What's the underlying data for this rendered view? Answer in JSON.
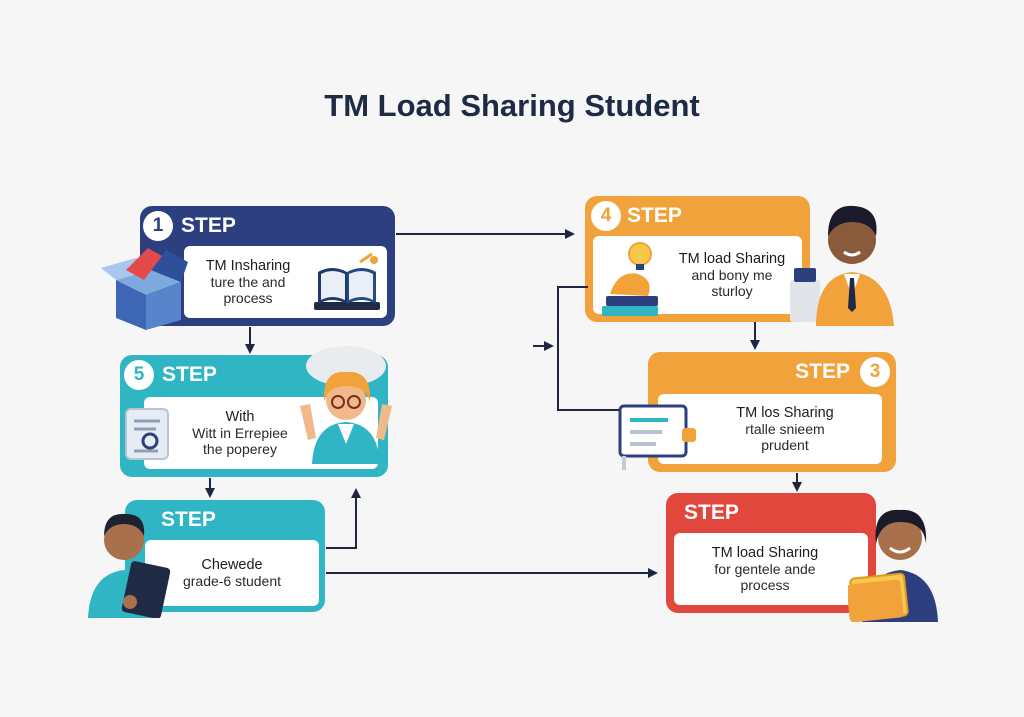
{
  "title": "TM Load Sharing Student",
  "colors": {
    "navy": "#2e3f7f",
    "teal": "#2fb5c4",
    "orange": "#f2a23a",
    "red": "#e2473e",
    "arrow": "#1f2740",
    "background": "#f6f6f7"
  },
  "steps": {
    "step1": {
      "number": "1",
      "label": "STEP",
      "lines": [
        "TM Insharing",
        "ture the and",
        "process"
      ],
      "icons": [
        "package-box-icon",
        "open-book-icon"
      ]
    },
    "step5": {
      "number": "5",
      "label": "STEP",
      "lines": [
        "With",
        "Witt in Errepiee",
        "the poperey"
      ],
      "icons": [
        "document-scroll-icon",
        "cheering-teacher-icon"
      ]
    },
    "step2": {
      "number": "",
      "label": "STEP",
      "lines": [
        "Chewede",
        "grade-6 student"
      ],
      "icons": [
        "student-with-tablet-icon"
      ]
    },
    "step4": {
      "number": "4",
      "label": "STEP",
      "lines": [
        "TM load Sharing",
        "and bony me",
        "sturloy"
      ],
      "icons": [
        "books-with-lightbulb-icon",
        "man-in-suit-icon"
      ]
    },
    "step3": {
      "number": "3",
      "label": "STEP",
      "lines": [
        "TM los Sharing",
        "rtalle snieem",
        "prudent"
      ],
      "icons": [
        "document-card-icon"
      ]
    },
    "stepRed": {
      "number": "",
      "label": "STEP",
      "lines": [
        "TM load Sharing",
        "for gentele ande",
        "process"
      ],
      "icons": [
        "woman-with-folder-icon"
      ]
    }
  }
}
